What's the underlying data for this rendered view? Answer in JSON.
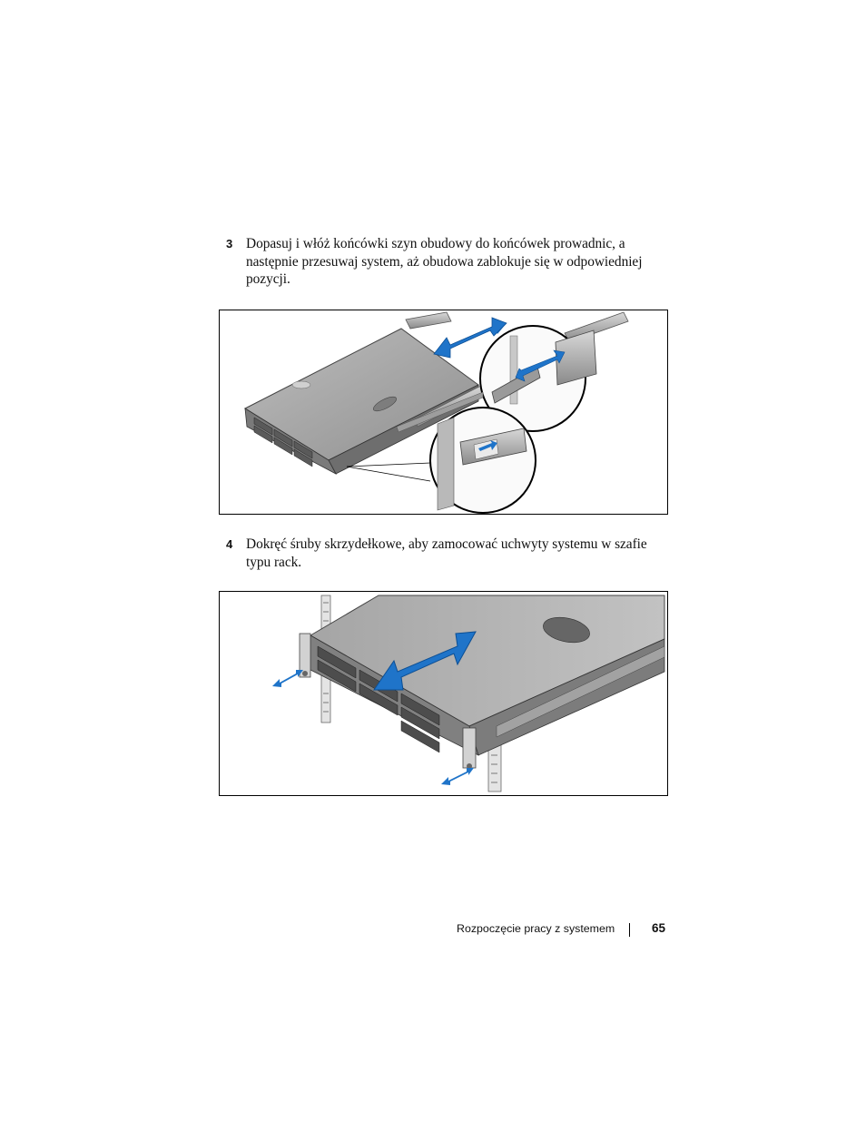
{
  "steps": [
    {
      "number": "3",
      "text": "Dopasuj i włóż końcówki szyn obudowy do końcówek prowadnic, a następnie przesuwaj system, aż obudowa zablokuje się w odpowiedniej pozycji."
    },
    {
      "number": "4",
      "text": "Dokręć śruby skrzydełkowe, aby zamocować uchwyty systemu w szafie typu rack."
    }
  ],
  "footer": {
    "section_title": "Rozpoczęcie pracy z systemem",
    "page_number": "65"
  },
  "colors": {
    "arrow_blue": "#1f74c9",
    "chassis_gray": "#8e8e8e"
  },
  "icons": [
    "double-arrow-icon",
    "server-chassis-illustration",
    "rail-zoom-detail"
  ]
}
